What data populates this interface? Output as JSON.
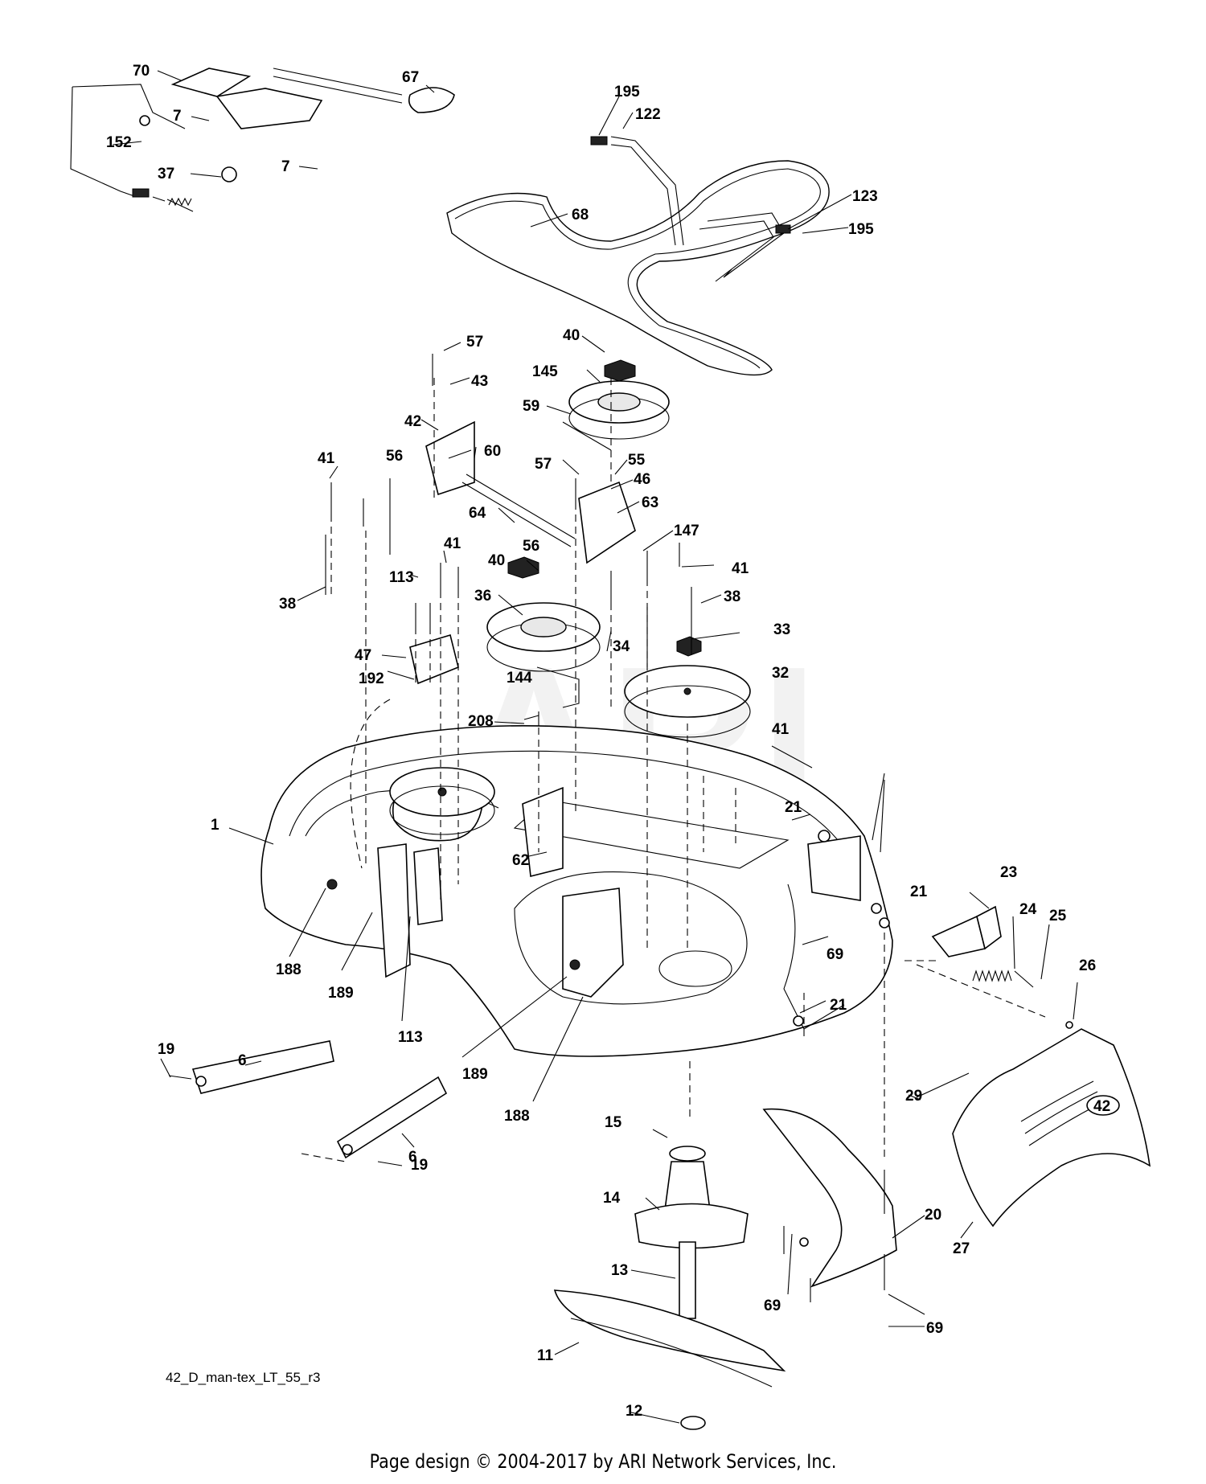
{
  "callouts": {
    "c70": "70",
    "c67": "67",
    "c7a": "7",
    "c7b": "7",
    "c152": "152",
    "c37": "37",
    "c195a": "195",
    "c122": "122",
    "c123": "123",
    "c195b": "195",
    "c68": "68",
    "c57a": "57",
    "c43": "43",
    "c42": "42",
    "c60": "60",
    "c56a": "56",
    "c40a": "40",
    "c145": "145",
    "c59": "59",
    "c57b": "57",
    "c55": "55",
    "c46": "46",
    "c63": "63",
    "c147": "147",
    "c64": "64",
    "c41a": "41",
    "c41b": "41",
    "c41c": "41",
    "c41d": "41",
    "c38a": "38",
    "c38b": "38",
    "c113a": "113",
    "c56b": "56",
    "c40b": "40",
    "c36": "36",
    "c34": "34",
    "c33": "33",
    "c47": "47",
    "c192": "192",
    "c144": "144",
    "c32": "32",
    "c208": "208",
    "c21a": "21",
    "c21b": "21",
    "c21c": "21",
    "c1": "1",
    "c62": "62",
    "c23": "23",
    "c24": "24",
    "c25": "25",
    "c26": "26",
    "c188a": "188",
    "c189a": "189",
    "c113b": "113",
    "c69a": "69",
    "c69b": "69",
    "c69c": "69",
    "c19a": "19",
    "c19b": "19",
    "c6a": "6",
    "c6b": "6",
    "c189b": "189",
    "c188b": "188",
    "c15": "15",
    "c14": "14",
    "c13": "13",
    "c11": "11",
    "c12": "12",
    "c29": "29",
    "c20": "20",
    "c27": "27"
  },
  "deck_badge": "42",
  "watermark": "ARI",
  "footer": {
    "drawing_id": "42_D_man-tex_LT_55_r3",
    "copyright": "Page design © 2004-2017 by ARI Network Services, Inc."
  }
}
